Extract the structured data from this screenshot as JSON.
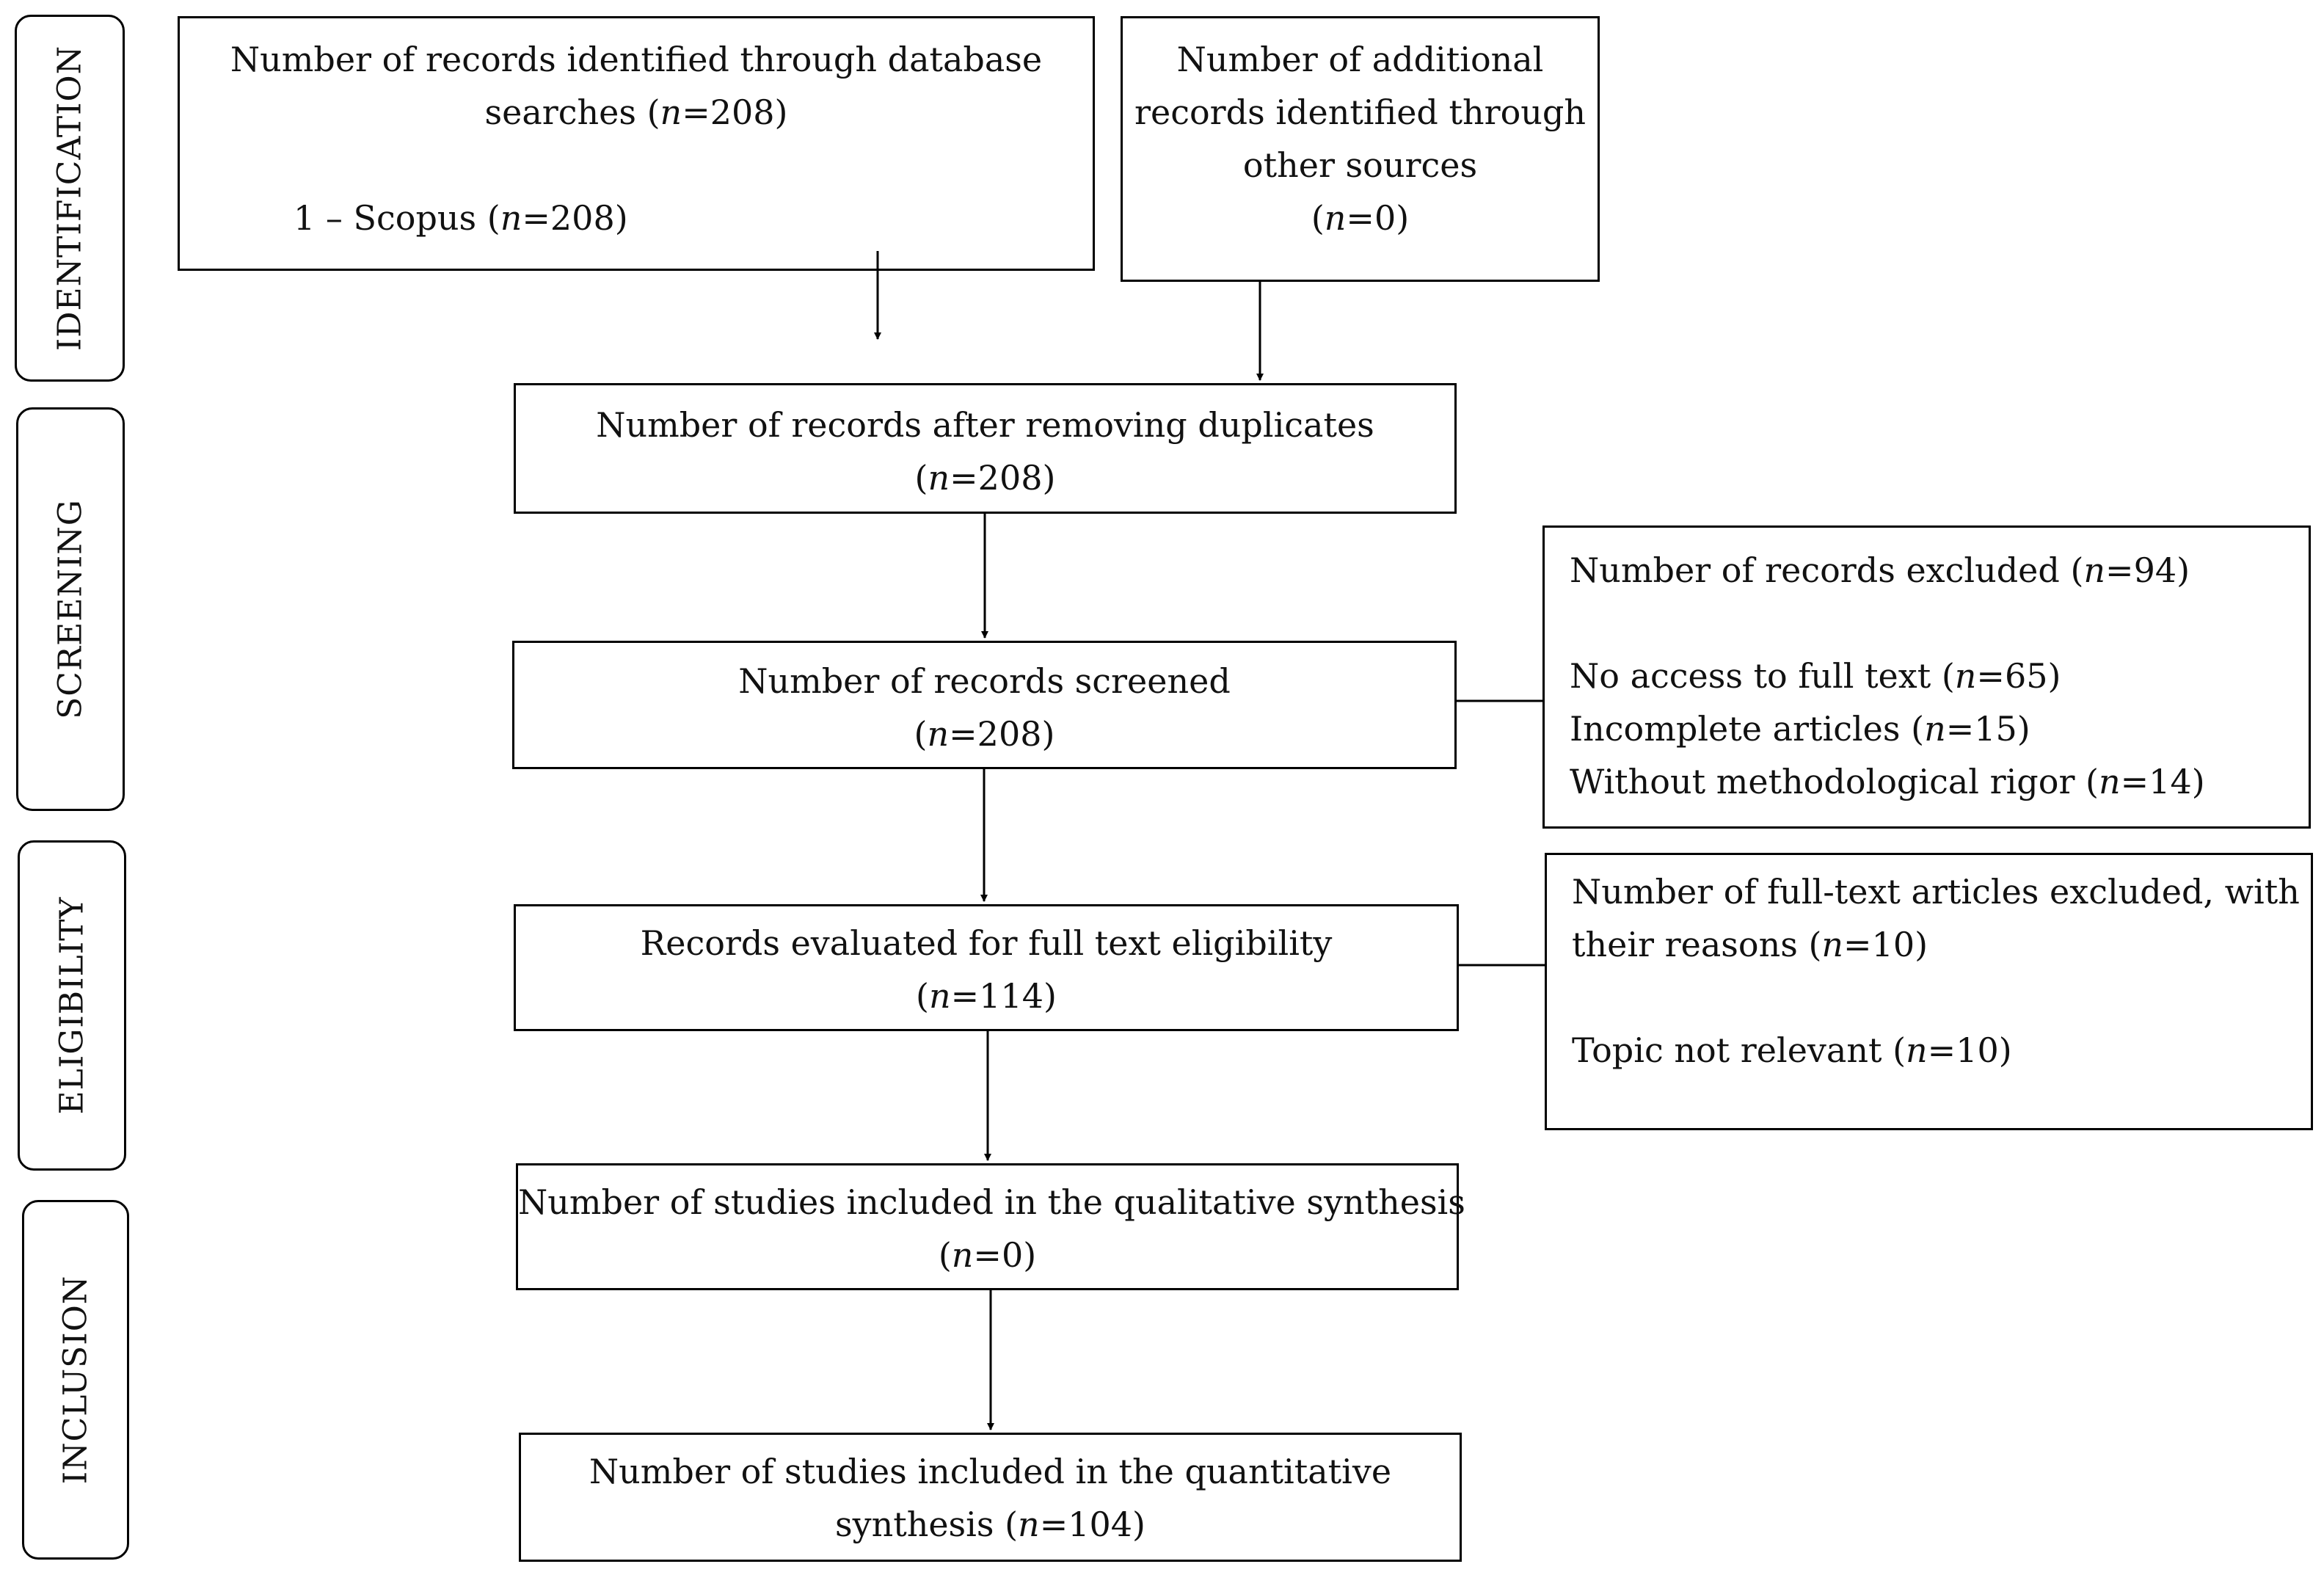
{
  "phases": {
    "identification": "IDENTIFICATION",
    "screening": "SCREENING",
    "eligibility": "ELIGIBILITY",
    "inclusion": "INCLUSION"
  },
  "database": {
    "line1": "Number of records identified through database",
    "line2": "searches (",
    "n_var": "n",
    "line2_rest": "=208)",
    "source_prefix": "1 – Scopus (",
    "source_n_var": "n",
    "source_rest": "=208)"
  },
  "additional": {
    "line1": "Number of additional",
    "line2": "records identified through",
    "line3": "other sources",
    "n_open": "(",
    "n_var": "n",
    "n_rest": "=0)"
  },
  "duplicates": {
    "line1": "Number of records after removing duplicates",
    "n_open": "(",
    "n_var": "n",
    "n_rest": "=208)"
  },
  "screened": {
    "line1": "Number of records screened",
    "n_open": "(",
    "n_var": "n",
    "n_rest": "=208)"
  },
  "excluded": {
    "title_prefix": "Number of records excluded (",
    "title_var": "n",
    "title_rest": "=94)",
    "reasons": [
      {
        "prefix": "No access to full text (",
        "var": "n",
        "rest": "=65)"
      },
      {
        "prefix": "Incomplete articles (",
        "var": "n",
        "rest": "=15)"
      },
      {
        "prefix": "Without methodological rigor (",
        "var": "n",
        "rest": "=14)"
      }
    ]
  },
  "eligibility": {
    "line1": "Records evaluated for full text eligibility",
    "n_open": "(",
    "n_var": "n",
    "n_rest": "=114)"
  },
  "fulltext_excluded": {
    "line1": "Number of full-text articles excluded, with",
    "line2_prefix": "their reasons (",
    "line2_var": "n",
    "line2_rest": "=10)",
    "reason_prefix": "Topic not relevant (",
    "reason_var": "n",
    "reason_rest": "=10)"
  },
  "qualitative": {
    "line1": "Number of studies included in the qualitative synthesis",
    "n_open": "(",
    "n_var": "n",
    "n_rest": "=0)"
  },
  "quantitative": {
    "line1": "Number of studies included in the quantitative",
    "line2_prefix": "synthesis (",
    "line2_var": "n",
    "line2_rest": "=104)"
  }
}
